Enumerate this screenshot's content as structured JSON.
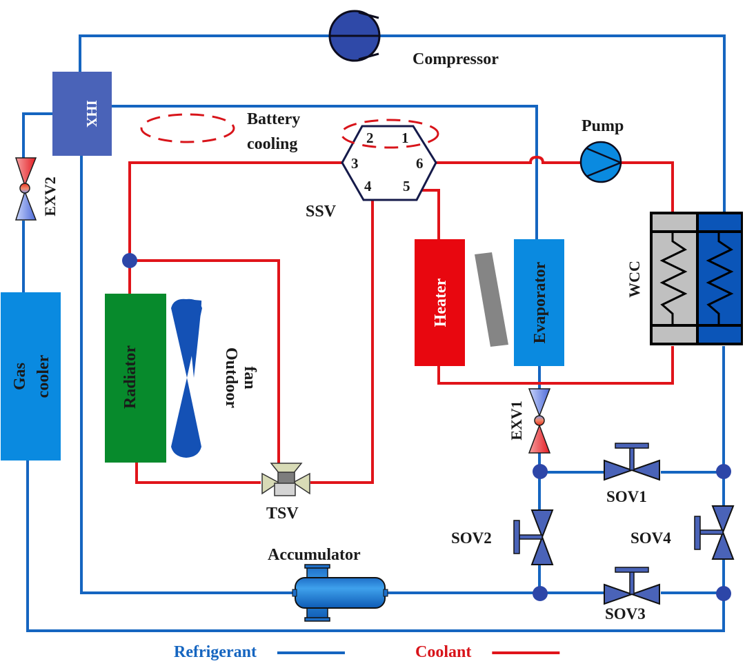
{
  "title": "CO2 heat pump thermal management system schematic",
  "components": {
    "compressor": "Compressor",
    "ihx": "IHX",
    "exv2": "EXV2",
    "gas_cooler_line1": "Gas",
    "gas_cooler_line2": "cooler",
    "battery_cooling_line1": "Battery",
    "battery_cooling_line2": "cooling",
    "ssv": "SSV",
    "ssv_ports": [
      "1",
      "2",
      "3",
      "4",
      "5",
      "6"
    ],
    "pump": "Pump",
    "radiator": "Radiator",
    "outdoor_fan_line1": "Outdoor",
    "outdoor_fan_line2": "fan",
    "tsv": "TSV",
    "heater": "Heater",
    "evaporator": "Evaporator",
    "wcc": "WCC",
    "exv1": "EXV1",
    "sov1": "SOV1",
    "sov2": "SOV2",
    "sov3": "SOV3",
    "sov4": "SOV4",
    "accumulator": "Accumulator"
  },
  "legend": {
    "refrigerant": {
      "label": "Refrigerant",
      "color": "#1565c0"
    },
    "coolant": {
      "label": "Coolant",
      "color": "#e0141a"
    }
  },
  "colors": {
    "refrigerant_line": "#1565c0",
    "coolant_line": "#e0141a",
    "gas_cooler": "#0a8ae0",
    "radiator": "#078a2c",
    "heater": "#e8070f",
    "evaporator": "#0a8ae0",
    "ihx": "#4a63b8",
    "compressor": "#2f49a8",
    "fan": "#1451b5",
    "valve": "#4a63b8"
  }
}
